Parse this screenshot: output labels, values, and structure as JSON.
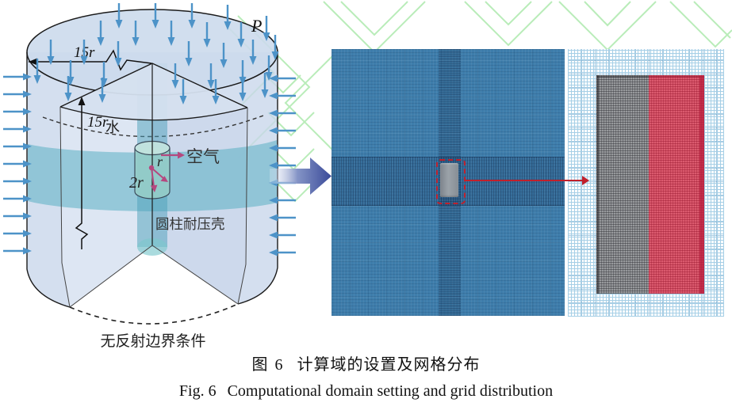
{
  "figure": {
    "caption_zh_label": "图 6",
    "caption_zh_title": "计算域的设置及网格分布",
    "caption_en_label": "Fig. 6",
    "caption_en_title": "Computational domain setting and grid distribution"
  },
  "diagram": {
    "pressure_label": "P",
    "radius_top_label": "15r",
    "depth_label": "15r",
    "water_label": "水",
    "air_label": "空气",
    "r_label": "r",
    "two_r_label": "2r",
    "shell_label": "圆柱耐压壳",
    "boundary_label": "无反射边界条件"
  },
  "colors": {
    "mesh_blue": "#3e7dab",
    "mesh_grid_light": "#a6cfe6",
    "block_gray": "#97999c",
    "block_red": "#db5a6e",
    "highlight_red": "#c0202c",
    "arrow_blue": "#4d93c8",
    "gradient_arrow_deep": "#3a4a99",
    "watermark_green": "#b9ecb9",
    "accent_magenta": "#b5487f",
    "water_teal": "#5aafc3",
    "cylinder_fill": "#c8d6ea"
  }
}
